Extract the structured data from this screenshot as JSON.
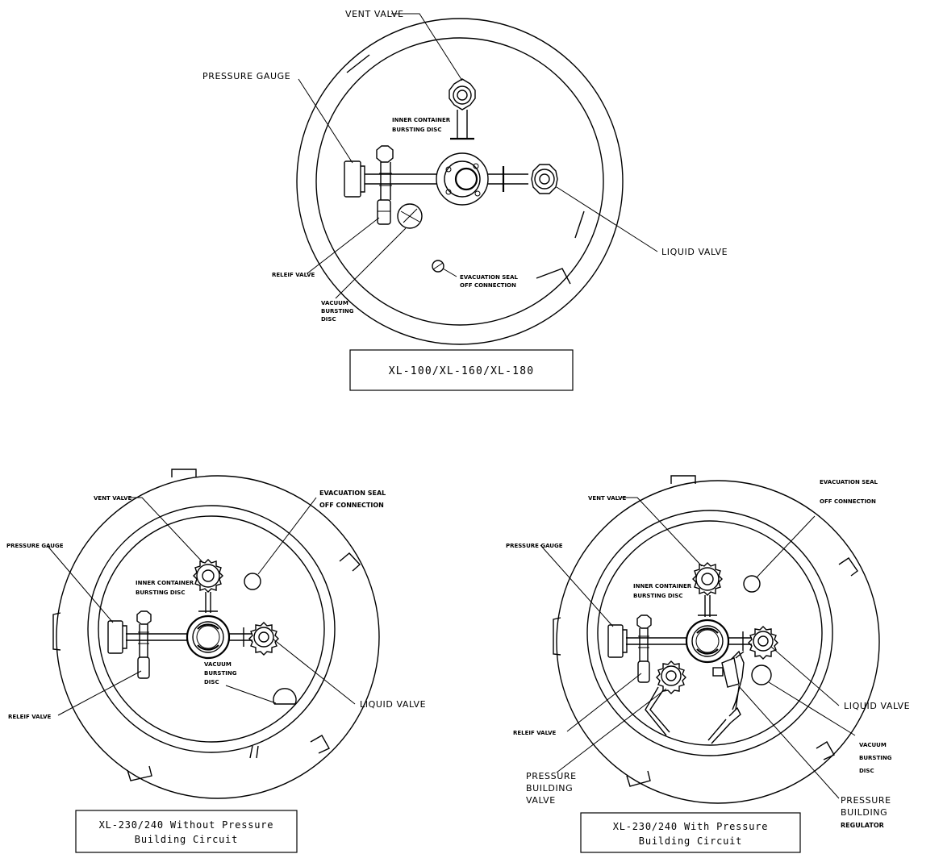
{
  "diagrams": [
    {
      "id": "top",
      "title_lines": [
        "XL-100/XL-160/XL-180"
      ],
      "labels": {
        "vent_valve": "VENT VALVE",
        "pressure_gauge": "PRESSURE GAUGE",
        "inner_disc_1": "INNER CONTAINER",
        "inner_disc_2": "BURSTING DISC",
        "liquid_valve": "LIQUID VALVE",
        "relief_valve": "RELEIF VALVE",
        "vacuum_1": "VACUUM",
        "vacuum_2": "BURSTING",
        "vacuum_3": "DISC",
        "evac_1": "EVACUATION SEAL",
        "evac_2": "OFF CONNECTION"
      }
    },
    {
      "id": "bottom-left",
      "title_lines": [
        "XL-230/240 Without Pressure",
        "Building Circuit"
      ],
      "labels": {
        "vent_valve": "VENT VALVE",
        "pressure_gauge": "PRESSURE GAUGE",
        "inner_disc_1": "INNER CONTAINER",
        "inner_disc_2": "BURSTING DISC",
        "evac_1": "EVACUATION SEAL",
        "evac_2": "OFF CONNECTION",
        "vacuum_1": "VACUUM",
        "vacuum_2": "BURSTING",
        "vacuum_3": "DISC",
        "liquid_valve": "LIQUID VALVE",
        "relief_valve": "RELEIF VALVE"
      }
    },
    {
      "id": "bottom-right",
      "title_lines": [
        "XL-230/240 With Pressure",
        "Building Circuit"
      ],
      "labels": {
        "vent_valve": "VENT VALVE",
        "pressure_gauge": "PRESSURE GAUGE",
        "inner_disc_1": "INNER CONTAINER",
        "inner_disc_2": "BURSTING DISC",
        "evac_1": "EVACUATION SEAL",
        "evac_2": "OFF CONNECTION",
        "liquid_valve": "LIQUID VALVE",
        "relief_valve": "RELEIF VALVE",
        "vacuum_1": "VACUUM",
        "vacuum_2": "BURSTING",
        "vacuum_3": "DISC",
        "pbv_1": "PRESSURE",
        "pbv_2": "BUILDING",
        "pbv_3": "VALVE",
        "pbr_1": "PRESSURE",
        "pbr_2": "BUILDING",
        "pbr_3": "REGULATOR"
      }
    }
  ]
}
